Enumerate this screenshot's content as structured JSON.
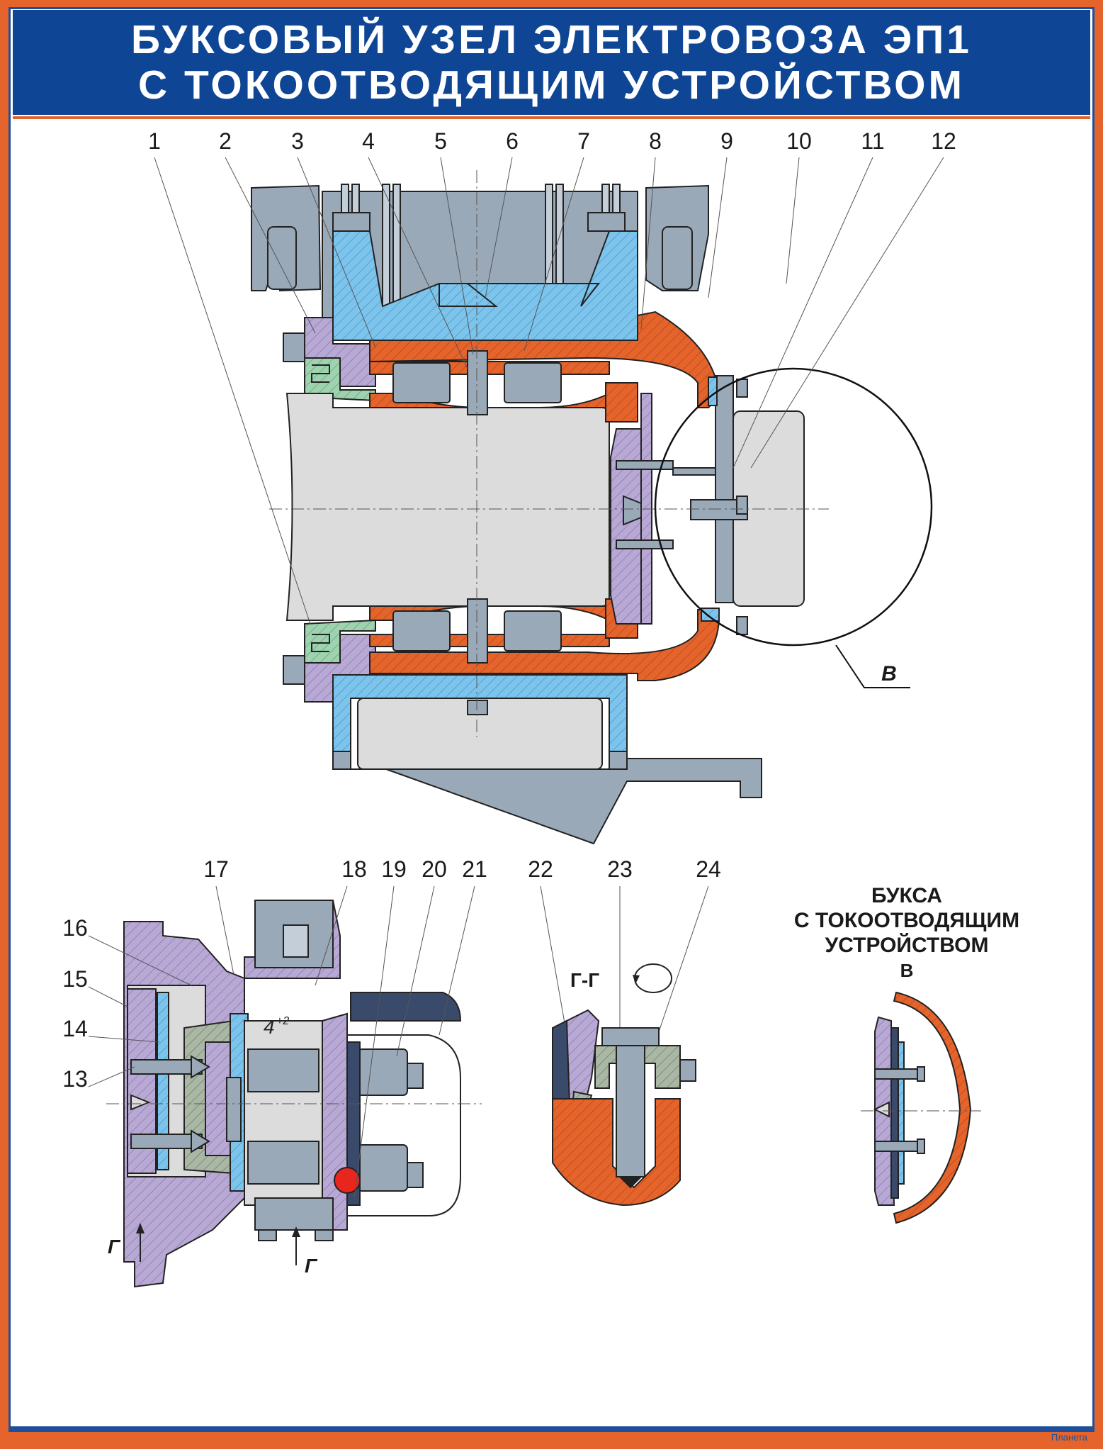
{
  "title": {
    "line1": "БУКСОВЫЙ УЗЕЛ ЭЛЕКТРОВОЗА ЭП1",
    "line2": "С ТОКООТВОДЯЩИМ УСТРОЙСТВОМ"
  },
  "top_callouts": [
    "1",
    "2",
    "3",
    "4",
    "5",
    "6",
    "7",
    "8",
    "9",
    "10",
    "11",
    "12"
  ],
  "detail_callouts": [
    "17",
    "18",
    "19",
    "20",
    "21",
    "22",
    "23",
    "24"
  ],
  "side_callouts": [
    "16",
    "15",
    "14",
    "13"
  ],
  "detail_view_label": "В",
  "section_marker": "Г",
  "section_label": "Г-Г",
  "dimension": {
    "base": "4",
    "tolerance": "+2"
  },
  "inset_caption": {
    "line1": "БУКСА",
    "line2": "С ТОКООТВОДЯЩИМ",
    "line3": "УСТРОЙСТВОМ",
    "line4": "В"
  },
  "publisher": "Планета",
  "colors": {
    "orange": "#e4642c",
    "blue_title": "#0e4594",
    "light_blue": "#7cc4ec",
    "lilac": "#b8a8d4",
    "steel": "#9aa9b8",
    "light_grey": "#dcdcdc",
    "green": "#9fd3b0",
    "red": "#e8261e"
  }
}
